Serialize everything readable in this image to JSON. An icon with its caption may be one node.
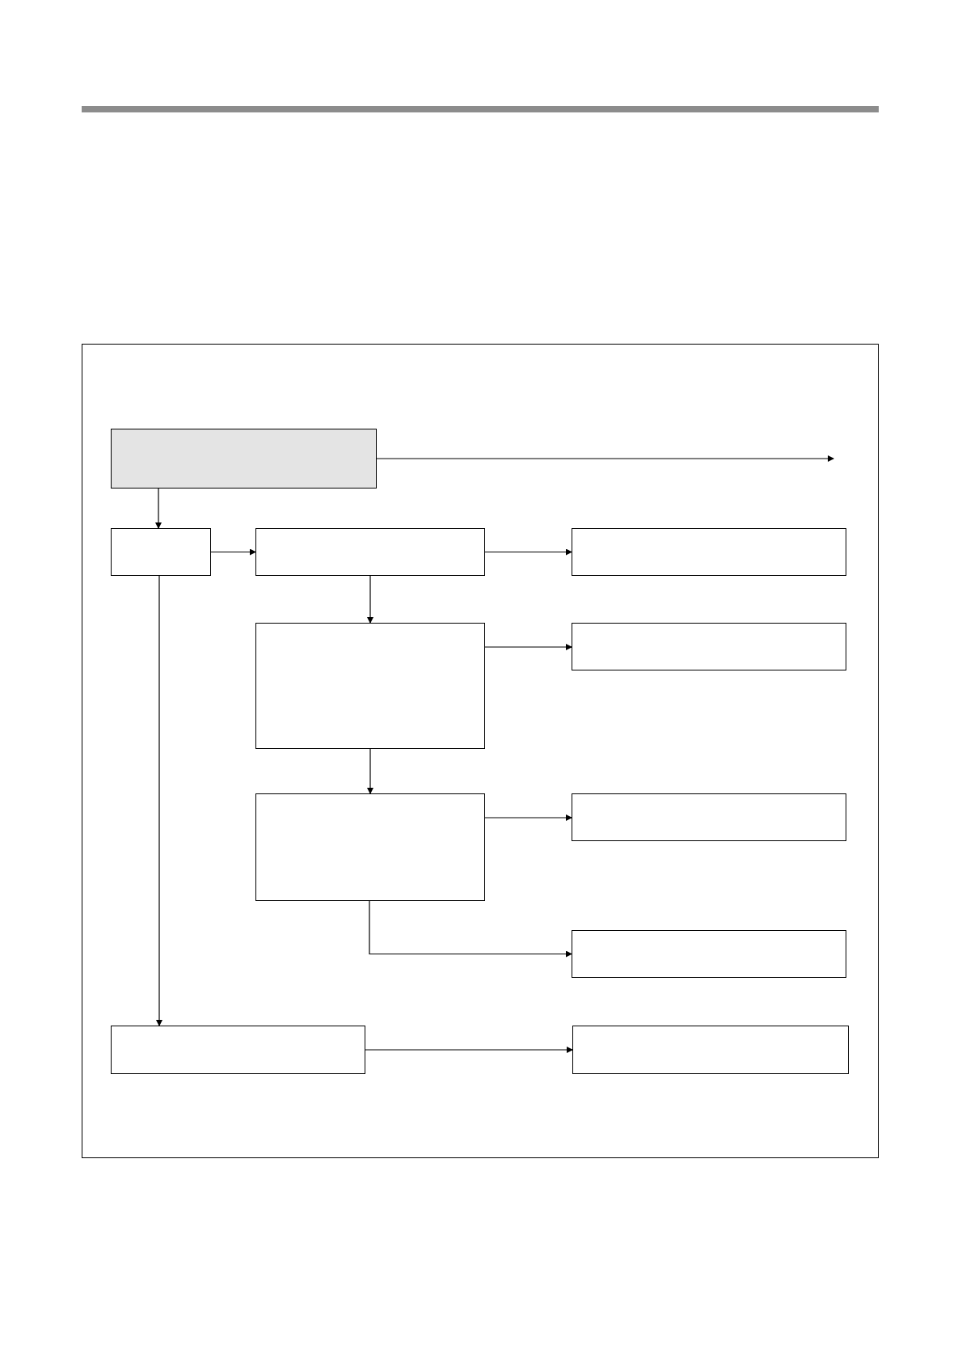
{
  "diagram": {
    "nodes": [
      {
        "text": [],
        "shape": "box"
      },
      {
        "text": [],
        "shape": "box"
      },
      {
        "text": [],
        "shape": "box"
      },
      {
        "text": [],
        "shape": "box"
      },
      {
        "text": [],
        "shape": "box"
      },
      {
        "text": [],
        "shape": "box"
      },
      {
        "text": [],
        "shape": "box"
      },
      {
        "text": [],
        "shape": "box"
      },
      {
        "text": [],
        "shape": "box"
      },
      {
        "text": [],
        "shape": "box"
      },
      {
        "text": [],
        "shape": "box"
      }
    ],
    "edges": [
      {
        "from": 0,
        "to": null,
        "arrow": "to"
      },
      {
        "from": 0,
        "to": 1,
        "arrow": "to"
      },
      {
        "from": 1,
        "to": 2,
        "arrow": "to"
      },
      {
        "from": 2,
        "to": 3,
        "arrow": "to"
      },
      {
        "from": 2,
        "to": 4,
        "arrow": "to"
      },
      {
        "from": 4,
        "to": 5,
        "arrow": "to"
      },
      {
        "from": 4,
        "to": 6,
        "arrow": "to"
      },
      {
        "from": 6,
        "to": 7,
        "arrow": "to"
      },
      {
        "from": 6,
        "to": 8,
        "arrow": "to"
      },
      {
        "from": 1,
        "to": 9,
        "arrow": "to"
      },
      {
        "from": 9,
        "to": 10,
        "arrow": "to"
      }
    ]
  }
}
